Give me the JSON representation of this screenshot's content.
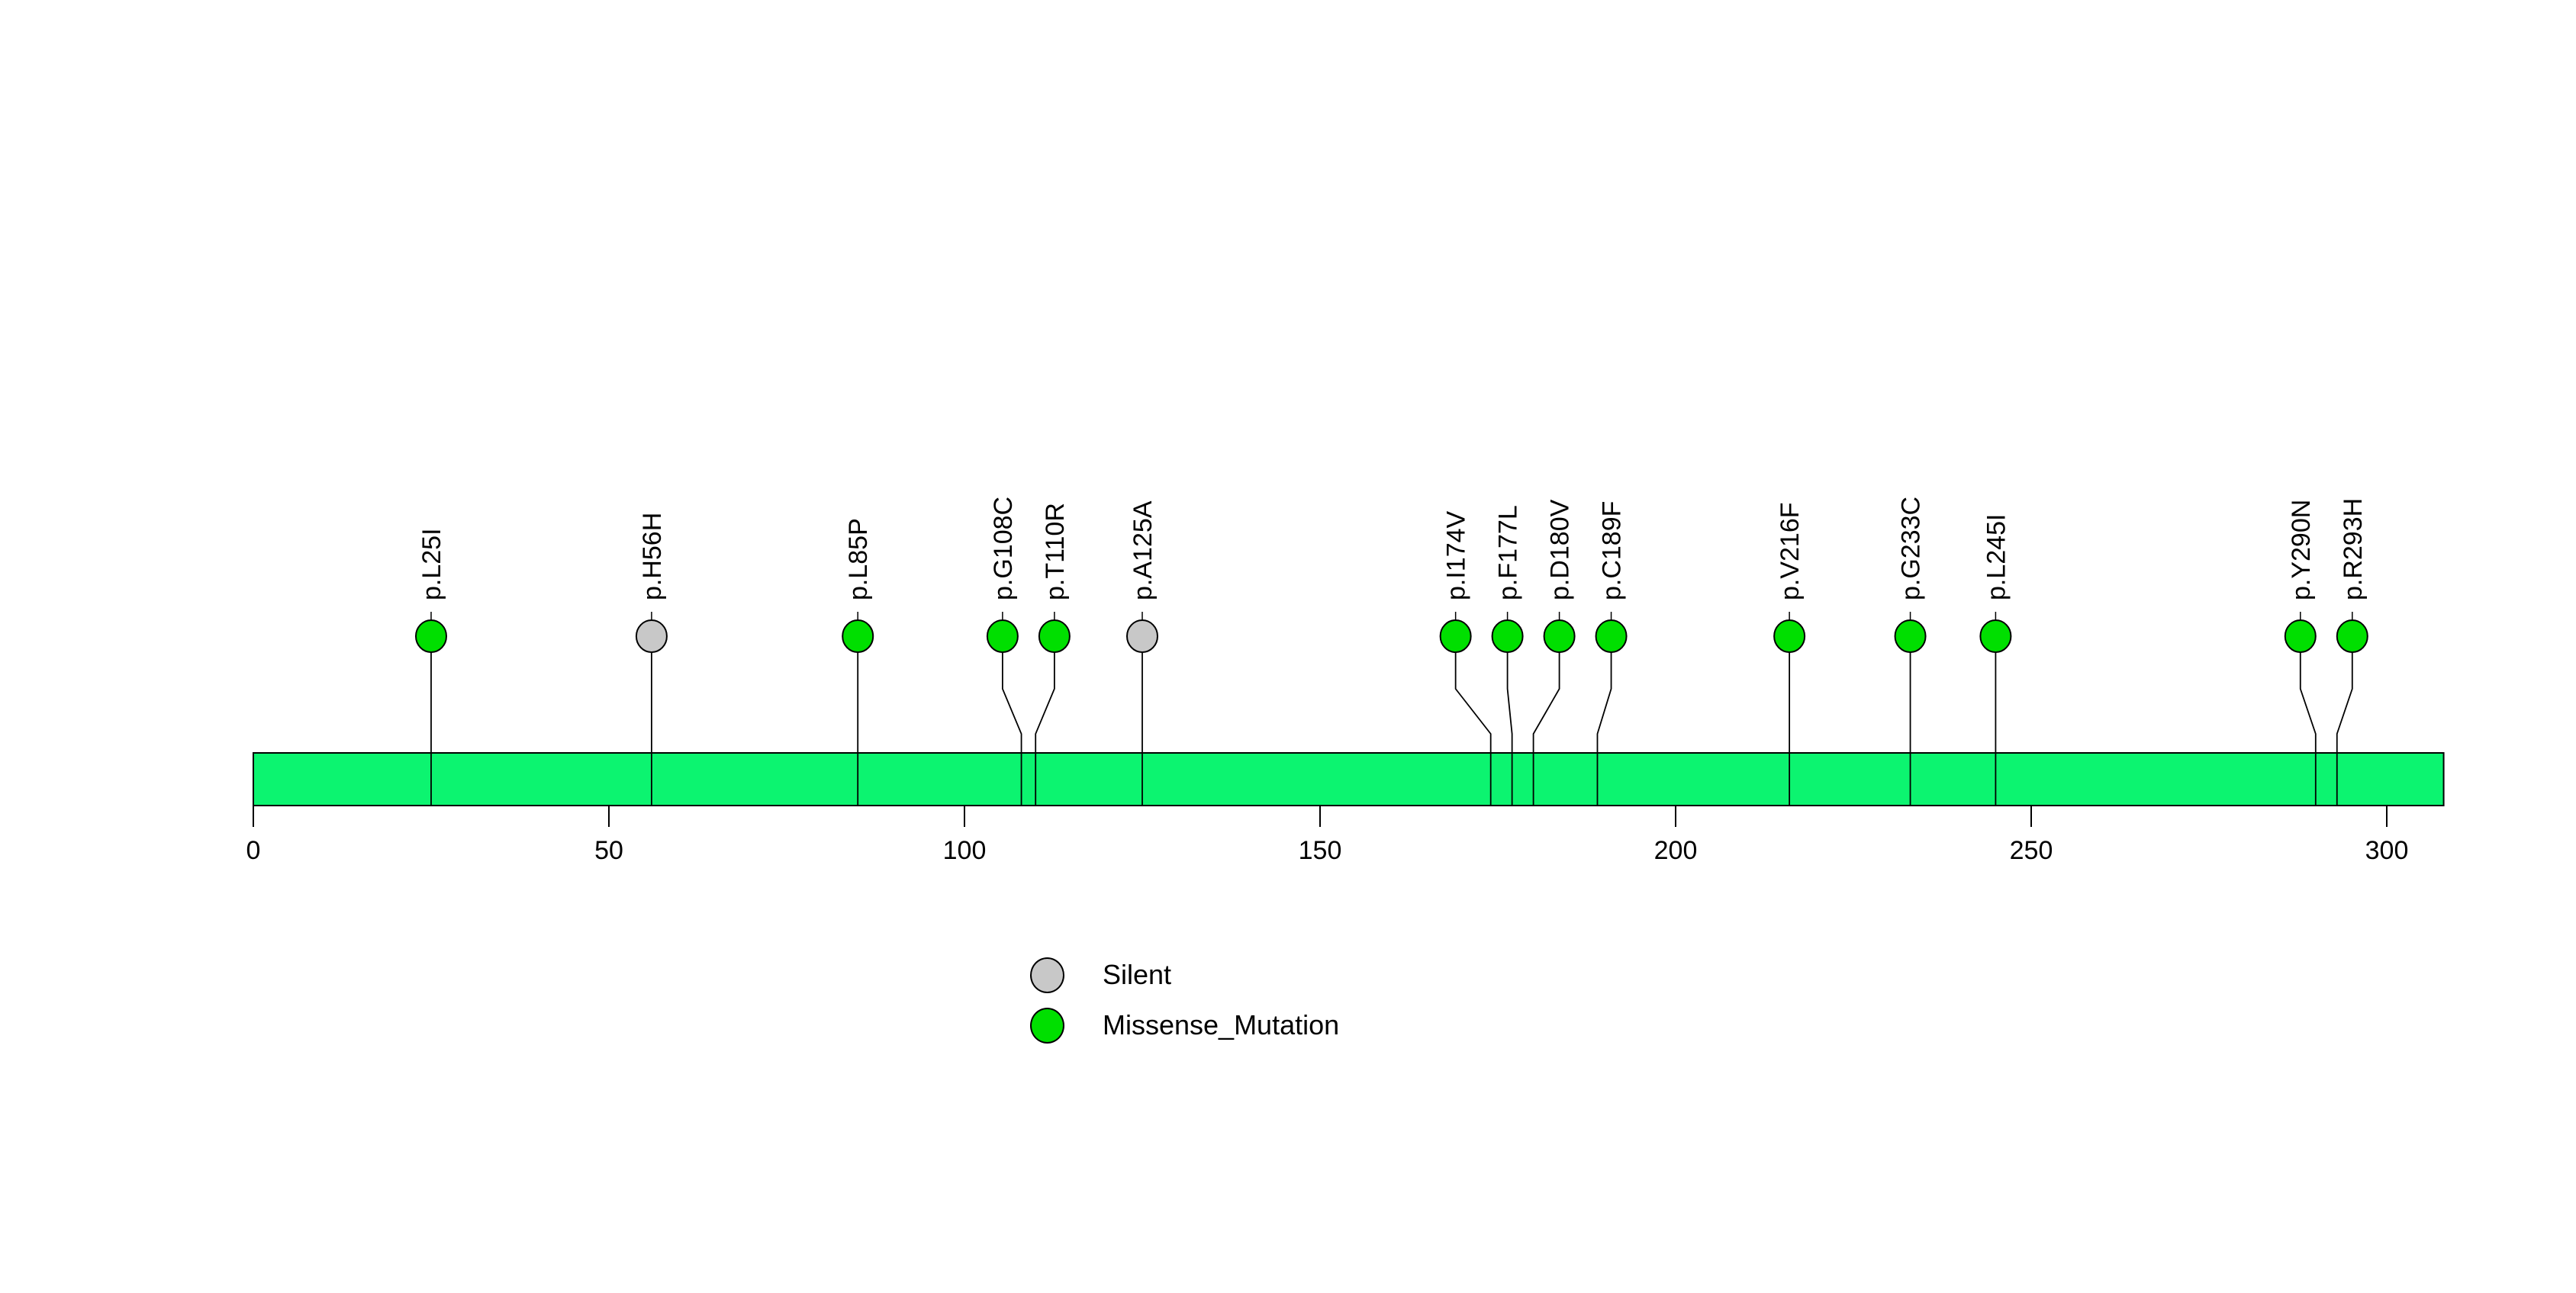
{
  "chart_data": {
    "type": "lollipop",
    "title": "",
    "xlabel": "",
    "ylabel": "",
    "grid": false,
    "xaxis": {
      "min": 0,
      "max": 300,
      "ticks": [
        0,
        50,
        100,
        150,
        200,
        250,
        300
      ]
    },
    "protein_length": 308,
    "mutations": [
      {
        "label": "p.L25I",
        "position": 25,
        "class": "Missense_Mutation"
      },
      {
        "label": "p.H56H",
        "position": 56,
        "class": "Silent"
      },
      {
        "label": "p.L85P",
        "position": 85,
        "class": "Missense_Mutation"
      },
      {
        "label": "p.G108C",
        "position": 108,
        "class": "Missense_Mutation"
      },
      {
        "label": "p.T110R",
        "position": 110,
        "class": "Missense_Mutation"
      },
      {
        "label": "p.A125A",
        "position": 125,
        "class": "Silent"
      },
      {
        "label": "p.I174V",
        "position": 174,
        "class": "Missense_Mutation"
      },
      {
        "label": "p.F177L",
        "position": 177,
        "class": "Missense_Mutation"
      },
      {
        "label": "p.D180V",
        "position": 180,
        "class": "Missense_Mutation"
      },
      {
        "label": "p.C189F",
        "position": 189,
        "class": "Missense_Mutation"
      },
      {
        "label": "p.V216F",
        "position": 216,
        "class": "Missense_Mutation"
      },
      {
        "label": "p.G233C",
        "position": 233,
        "class": "Missense_Mutation"
      },
      {
        "label": "p.L245I",
        "position": 245,
        "class": "Missense_Mutation"
      },
      {
        "label": "p.Y290N",
        "position": 290,
        "class": "Missense_Mutation"
      },
      {
        "label": "p.R293H",
        "position": 293,
        "class": "Missense_Mutation"
      }
    ],
    "legend": [
      {
        "label": "Silent",
        "color": "#C8C8C8"
      },
      {
        "label": "Missense_Mutation",
        "color": "#00DF00"
      }
    ],
    "colors": {
      "Silent": "#C8C8C8",
      "Missense_Mutation": "#00DF00",
      "backbone": "#0CF470",
      "stroke": "#000000"
    },
    "legend_position": "bottom-center"
  }
}
